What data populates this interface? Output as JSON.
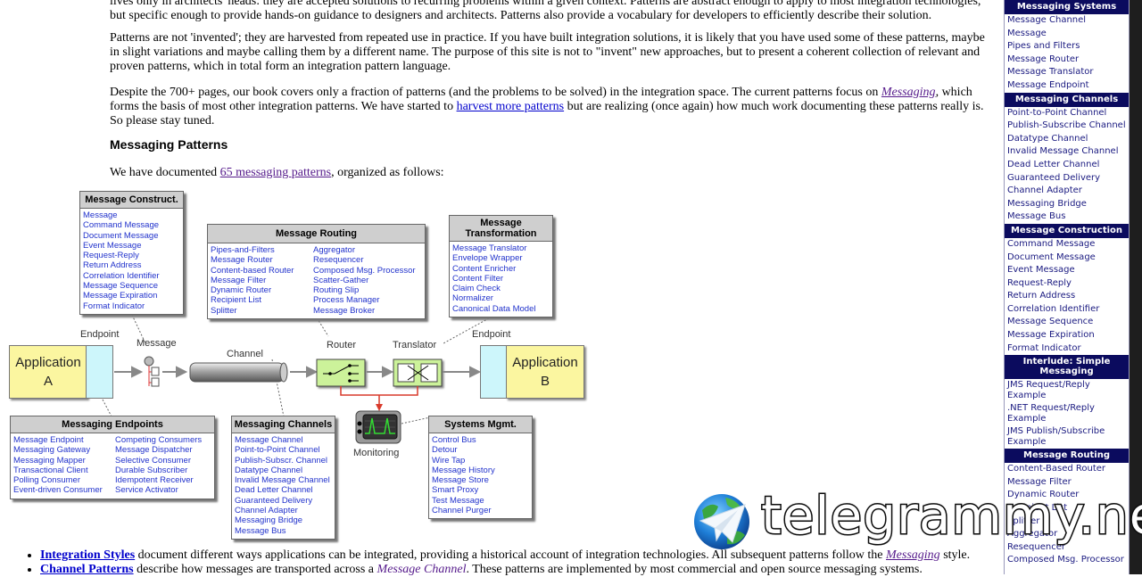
{
  "content": {
    "para1": {
      "line1": "lives only in architects' heads: they are accepted solutions to recurring problems within a given context. Patterns are abstract enough to apply to most integration technologies, but",
      "line2": "specific enough to provide hands-on guidance to designers and architects. Patterns also provide a vocabulary for developers to efficiently describe their solution."
    },
    "para2": "Patterns are not 'invented'; they are harvested from repeated use in practice. If you have built integration solutions, it is likely that you have used some of these patterns, maybe in slight variations and maybe calling them by a different name. The purpose of this site is not to \"invent\" new approaches, but to present a coherent collection of relevant and proven patterns, which in total form an integration pattern language.",
    "para3": {
      "before": "Despite the 700+ pages, our book covers only a fraction of patterns (and the problems to be solved) in the integration space. The current patterns focus on ",
      "link1": "Messaging",
      "middle": ", which forms the basis of most other integration patterns. We have started to ",
      "link2": "harvest more patterns",
      "after": " but are realizing (once again) how much work documenting these patterns really is. So please stay tuned."
    },
    "section_title": "Messaging Patterns",
    "para4": {
      "before": "We have documented ",
      "link": "65 messaging patterns",
      "after": ", organized as follows:"
    },
    "bullets": [
      {
        "link": "Integration Styles",
        "text": " document different ways applications can be integrated, providing a historical account of integration technologies. All subsequent patterns follow the ",
        "em_link": "Messaging",
        "tail": " style."
      },
      {
        "link": "Channel Patterns",
        "text": " describe how messages are transported across a ",
        "em": "Message Channel",
        "tail": ". These patterns are implemented by most commercial and open source messaging systems."
      }
    ]
  },
  "diagram": {
    "boxes": {
      "construction": {
        "title": "Message Construct.",
        "col1": [
          "Message",
          "Command Message",
          "Document Message",
          "Event Message",
          "Request-Reply",
          "Return Address",
          "Correlation Identifier",
          "Message Sequence",
          "Message Expiration",
          "Format Indicator"
        ]
      },
      "routing": {
        "title": "Message Routing",
        "col1": [
          "Pipes-and-Filters",
          "Message Router",
          "Content-based Router",
          "Message Filter",
          "Dynamic Router",
          "Recipient List",
          "Splitter"
        ],
        "col2": [
          "Aggregator",
          "Resequencer",
          "Composed Msg. Processor",
          "Scatter-Gather",
          "Routing Slip",
          "Process Manager",
          "Message Broker"
        ]
      },
      "transformation": {
        "title": "Message Transformation",
        "col1": [
          "Message Translator",
          "Envelope Wrapper",
          "Content Enricher",
          "Content Filter",
          "Claim Check",
          "Normalizer",
          "Canonical Data Model"
        ]
      },
      "endpoints": {
        "title": "Messaging Endpoints",
        "col1": [
          "Message Endpoint",
          "Messaging Gateway",
          "Messaging Mapper",
          "Transactional Client",
          "Polling Consumer",
          "Event-driven Consumer"
        ],
        "col2": [
          "Competing Consumers",
          "Message Dispatcher",
          "Selective Consumer",
          "Durable Subscriber",
          "Idempotent Receiver",
          "Service Activator"
        ]
      },
      "channels": {
        "title": "Messaging Channels",
        "col1": [
          "Message Channel",
          "Point-to-Point Channel",
          "Publish-Subscr. Channel",
          "Datatype Channel",
          "Invalid Message Channel",
          "Dead Letter Channel",
          "Guaranteed Delivery",
          "Channel Adapter",
          "Messaging Bridge",
          "Message Bus"
        ]
      },
      "systems": {
        "title": "Systems Mgmt.",
        "col1": [
          "Control Bus",
          "Detour",
          "Wire Tap",
          "Message History",
          "Message Store",
          "Smart Proxy",
          "Test Message",
          "Channel Purger"
        ]
      }
    },
    "labels": {
      "app_a_line1": "Application",
      "app_a_line2": "A",
      "app_b_line1": "Application",
      "app_b_line2": "B",
      "endpoint_left": "Endpoint",
      "endpoint_right": "Endpoint",
      "message": "Message",
      "channel": "Channel",
      "router": "Router",
      "translator": "Translator",
      "monitoring": "Monitoring"
    },
    "colors": {
      "app": "#fbf6a0",
      "endpoint": "#cdf6fb",
      "component": "#ccf29a",
      "monitor_line": "#d93a2b",
      "link": "#2233cc"
    }
  },
  "sidebar": {
    "sections": [
      {
        "title": "Messaging Systems",
        "items": [
          "Message Channel",
          "Message",
          "Pipes and Filters",
          "Message Router",
          "Message Translator",
          "Message Endpoint"
        ]
      },
      {
        "title": "Messaging Channels",
        "items": [
          "Point-to-Point Channel",
          "Publish-Subscribe Channel",
          "Datatype Channel",
          "Invalid Message Channel",
          "Dead Letter Channel",
          "Guaranteed Delivery",
          "Channel Adapter",
          "Messaging Bridge",
          "Message Bus"
        ]
      },
      {
        "title": "Message Construction",
        "items": [
          "Command Message",
          "Document Message",
          "Event Message",
          "Request-Reply",
          "Return Address",
          "Correlation Identifier",
          "Message Sequence",
          "Message Expiration",
          "Format Indicator"
        ]
      },
      {
        "title": "Interlude: Simple Messaging",
        "items": [
          "JMS Request/Reply Example",
          ".NET Request/Reply Example",
          "JMS Publish/Subscribe Example"
        ],
        "wrap": true
      },
      {
        "title": "Message Routing",
        "items": [
          "Content-Based Router",
          "Message Filter",
          "Dynamic Router",
          "Recipient List",
          "Splitter",
          "Aggregator",
          "Resequencer",
          "Composed Msg. Processor"
        ]
      }
    ],
    "colors": {
      "header_bg": "#0b0b5e",
      "link": "#1a1a80"
    }
  },
  "watermark": {
    "text": "telegrammy.net",
    "icon": "telegram-globe-icon"
  }
}
